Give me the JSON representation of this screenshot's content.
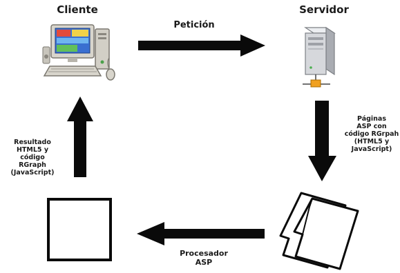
{
  "nodes": {
    "client": {
      "label": "Cliente"
    },
    "server": {
      "label": "Servidor"
    }
  },
  "arrows": {
    "request": {
      "label": "Petición"
    },
    "to_pages": {
      "lines": [
        "Páginas",
        "ASP con",
        "código RGrpah",
        "(HTML5 y",
        "JavaScript)"
      ]
    },
    "processor": {
      "lines": [
        "Procesador",
        "ASP"
      ]
    },
    "result": {
      "lines": [
        "Resultado",
        "HTML5 y",
        "código",
        "RGraph",
        "(JavaScript)"
      ]
    }
  },
  "colors": {
    "arrow": "#0a0a0a",
    "monitor_frame": "#c9c6bd",
    "screen": "#3a6fd1",
    "server_body": "#d6d8dc",
    "network_orange": "#f0a020"
  },
  "icons": [
    "computer-icon",
    "server-icon",
    "documents-icon",
    "result-page"
  ]
}
